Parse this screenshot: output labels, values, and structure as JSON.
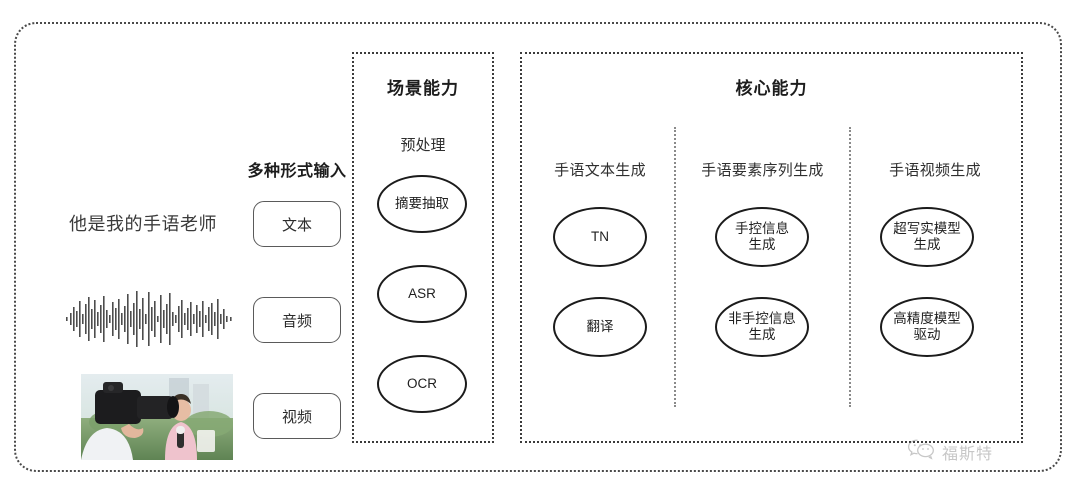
{
  "diagram": {
    "title_hidden": "",
    "input_section": {
      "heading": "多种形式输入",
      "sample_text": "他是我的手语老师",
      "modalities": [
        {
          "label": "文本",
          "icon": "text-icon"
        },
        {
          "label": "音频",
          "icon": "waveform-icon"
        },
        {
          "label": "视频",
          "icon": "video-thumbnail-icon"
        }
      ]
    },
    "scene_panel": {
      "title": "场景能力",
      "subtitle": "预处理",
      "nodes": [
        {
          "label": "摘要抽取"
        },
        {
          "label": "ASR"
        },
        {
          "label": "OCR"
        }
      ]
    },
    "core_panel": {
      "title": "核心能力",
      "columns": [
        {
          "title": "手语文本生成",
          "nodes": [
            {
              "line1": "TN",
              "line2": ""
            },
            {
              "line1": "翻译",
              "line2": ""
            }
          ]
        },
        {
          "title": "手语要素序列生成",
          "nodes": [
            {
              "line1": "手控信息",
              "line2": "生成"
            },
            {
              "line1": "非手控信息",
              "line2": "生成"
            }
          ]
        },
        {
          "title": "手语视频生成",
          "nodes": [
            {
              "line1": "超写实模型",
              "line2": "生成"
            },
            {
              "line1": "高精度模型",
              "line2": "驱动"
            }
          ]
        }
      ]
    },
    "watermark": {
      "text": "福斯特",
      "icon": "wechat-icon"
    },
    "colors": {
      "frame": "#4a4a4a",
      "panel_border": "#3b3b3b",
      "divider": "#8a8a8a",
      "node_border": "#1b1b1b",
      "text": "#2b2b2b",
      "background": "#ffffff"
    }
  }
}
